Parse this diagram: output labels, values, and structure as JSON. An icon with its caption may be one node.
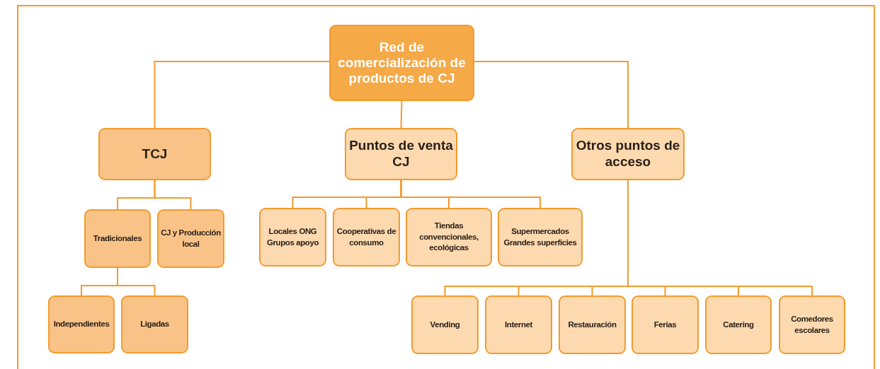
{
  "diagram": {
    "nodes": [
      {
        "text": [
          "Red de comercialización de productos de CJ"
        ]
      },
      {
        "text": [
          "TCJ"
        ]
      },
      {
        "text": [
          "Puntos de venta CJ"
        ]
      },
      {
        "text": [
          "Otros puntos de acceso"
        ]
      },
      {
        "text": [
          "Tradicionales"
        ]
      },
      {
        "text": [
          "CJ y Producción local"
        ]
      },
      {
        "text": [
          "Independientes"
        ]
      },
      {
        "text": [
          "Ligadas"
        ]
      },
      {
        "text": [
          "Locales ONG Grupos apoyo"
        ]
      },
      {
        "text": [
          "Cooperativas de consumo"
        ]
      },
      {
        "text": [
          "Tiendas convencionales, ecológicas"
        ]
      },
      {
        "text": [
          "Supermercados Grandes superficies"
        ]
      },
      {
        "text": [
          "Vending"
        ]
      },
      {
        "text": [
          "Internet"
        ]
      },
      {
        "text": [
          "Restauración"
        ]
      },
      {
        "text": [
          "Ferias"
        ]
      },
      {
        "text": [
          "Catering"
        ]
      },
      {
        "text": [
          "Comedores escolares"
        ]
      }
    ],
    "edges": [
      {
        "from": 0,
        "to": 1,
        "arrow": "none"
      },
      {
        "from": 0,
        "to": 2,
        "arrow": "none"
      },
      {
        "from": 0,
        "to": 3,
        "arrow": "none"
      },
      {
        "from": 1,
        "to": 4,
        "arrow": "none"
      },
      {
        "from": 1,
        "to": 5,
        "arrow": "none"
      },
      {
        "from": 4,
        "to": 6,
        "arrow": "none"
      },
      {
        "from": 4,
        "to": 7,
        "arrow": "none"
      },
      {
        "from": 2,
        "to": 8,
        "arrow": "none"
      },
      {
        "from": 2,
        "to": 9,
        "arrow": "none"
      },
      {
        "from": 2,
        "to": 10,
        "arrow": "none"
      },
      {
        "from": 2,
        "to": 11,
        "arrow": "none"
      },
      {
        "from": 3,
        "to": 12,
        "arrow": "none"
      },
      {
        "from": 3,
        "to": 13,
        "arrow": "none"
      },
      {
        "from": 3,
        "to": 14,
        "arrow": "none"
      },
      {
        "from": 3,
        "to": 15,
        "arrow": "none"
      },
      {
        "from": 3,
        "to": 16,
        "arrow": "none"
      },
      {
        "from": 3,
        "to": 17,
        "arrow": "none"
      }
    ]
  }
}
